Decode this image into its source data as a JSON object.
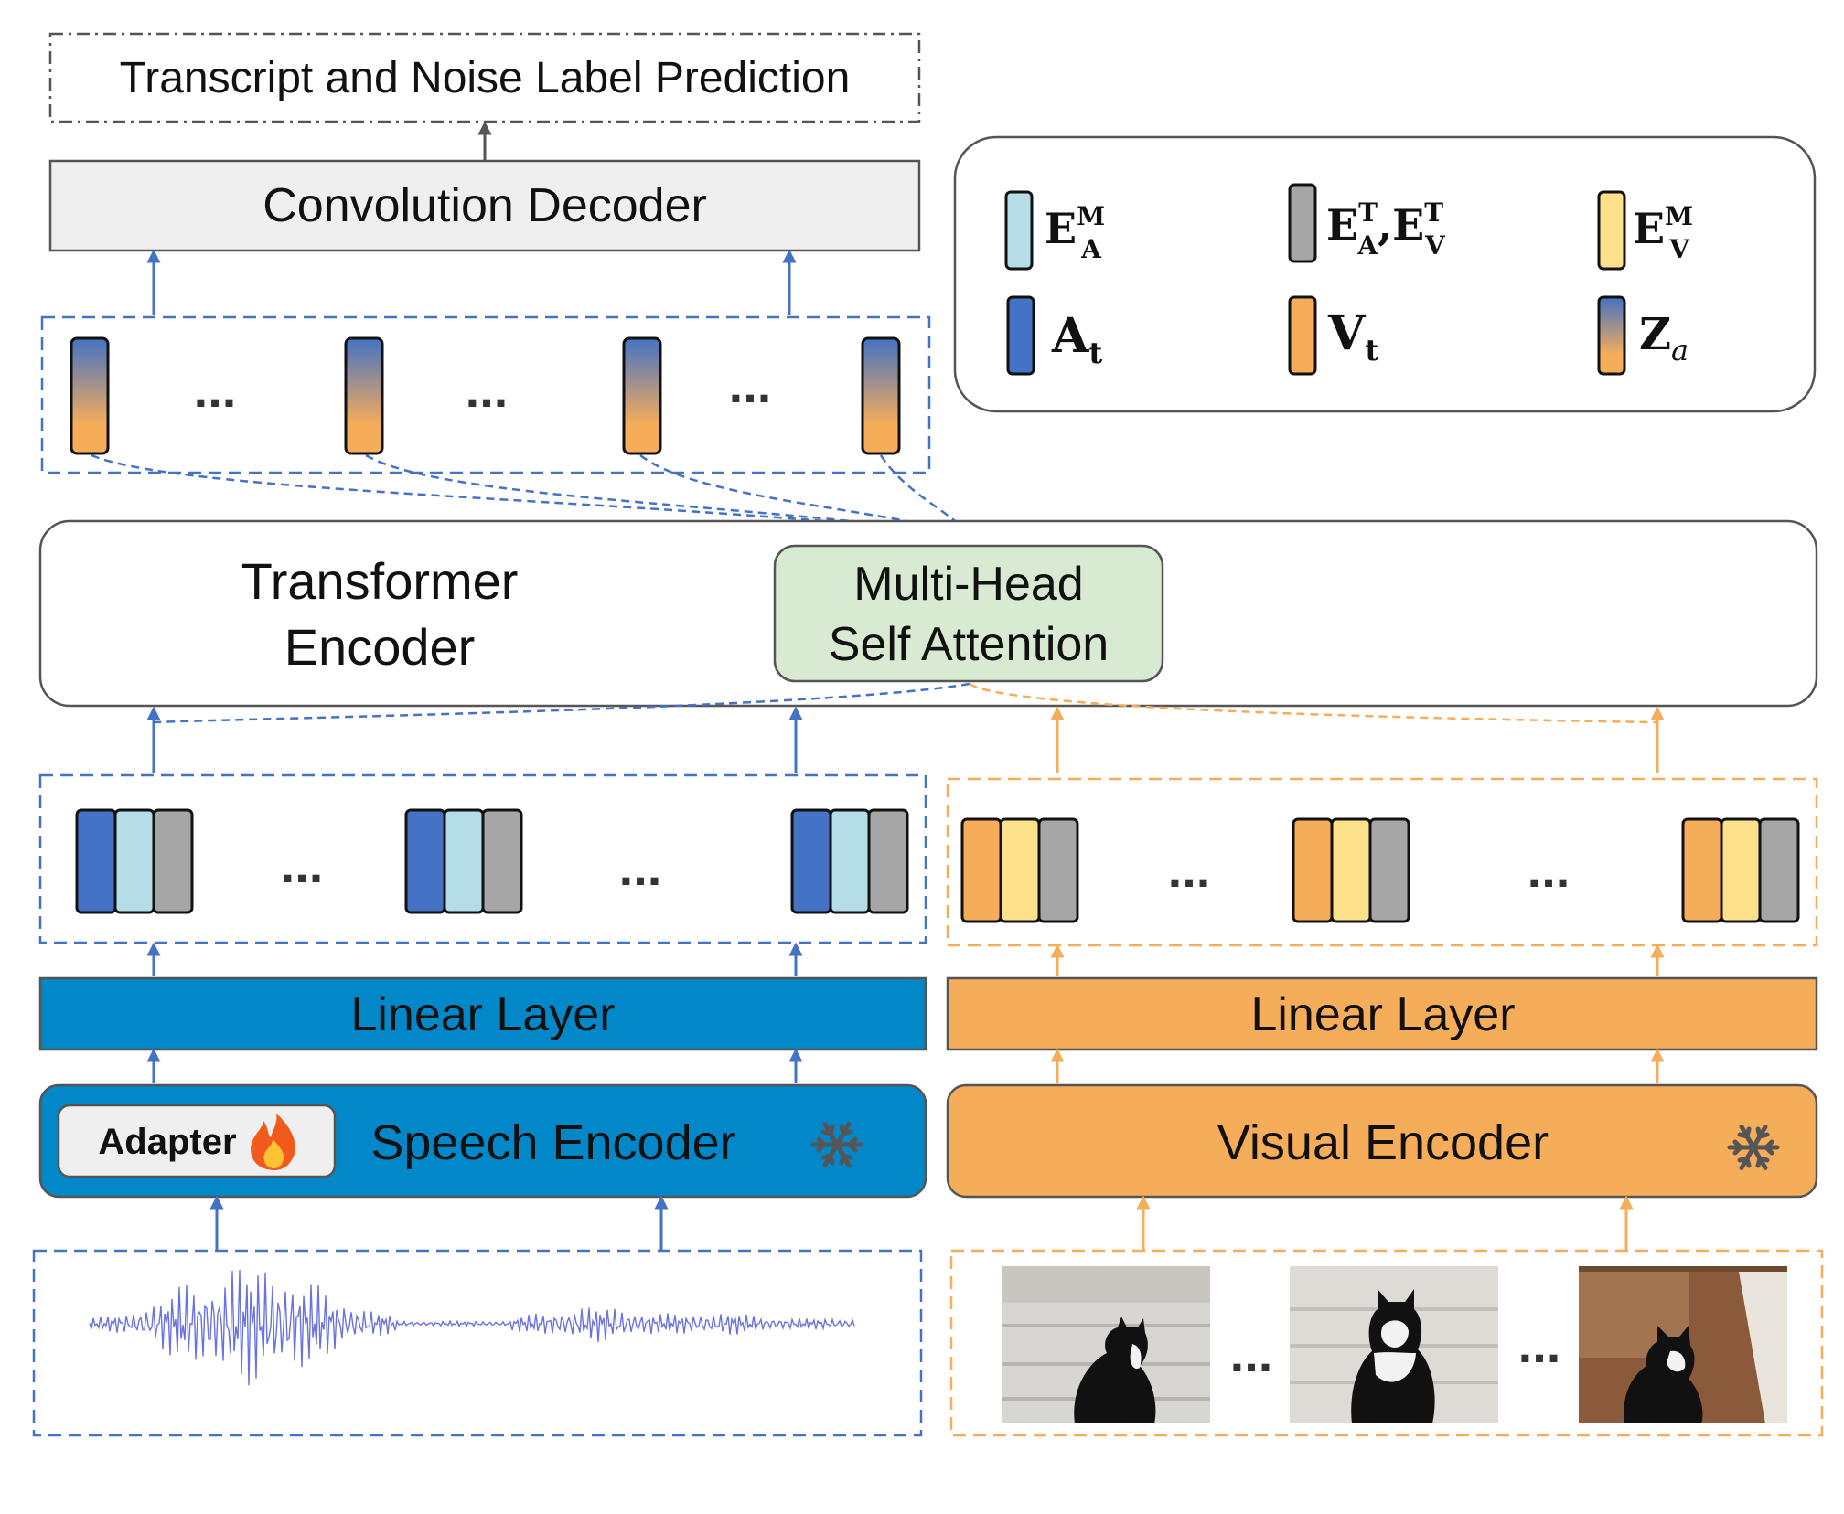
{
  "output_label": "Transcript and Noise Label Prediction",
  "decoder_label": "Convolution Decoder",
  "transformer": {
    "label_line1": "Transformer",
    "label_line2": "Encoder",
    "mhsa_line1": "Multi-Head",
    "mhsa_line2": "Self Attention"
  },
  "audio_branch": {
    "linear_label": "Linear Layer",
    "encoder_label": "Speech Encoder",
    "adapter_label": "Adapter",
    "adapter_icon": "fire-icon",
    "frozen_icon": "snowflake-icon",
    "color": "#0288c8"
  },
  "visual_branch": {
    "linear_label": "Linear Layer",
    "encoder_label": "Visual Encoder",
    "frozen_icon": "snowflake-icon",
    "color": "#f6ad5a"
  },
  "ellipsis": "...",
  "legend": {
    "items": [
      {
        "symbol": "E",
        "sup": "M",
        "sub": "A",
        "color": "#b4dde8"
      },
      {
        "symbol": "E",
        "sup": "T",
        "sub": "A",
        "extra": ",E",
        "sup2": "T",
        "sub2": "V",
        "color": "#a6a6a6"
      },
      {
        "symbol": "E",
        "sup": "M",
        "sub": "V",
        "color": "#fde18a"
      },
      {
        "symbol": "A",
        "sub": "t",
        "color": "#4472c4"
      },
      {
        "symbol": "V",
        "sub": "t",
        "color": "#f6ad5a"
      },
      {
        "symbol": "Z",
        "sub": "a",
        "color": "gradient"
      }
    ]
  },
  "colors": {
    "audio_blue": "#4472c4",
    "light_blue": "#b4dde8",
    "gray": "#a6a6a6",
    "orange": "#f6ad5a",
    "yellow": "#fde18a",
    "mhsa_green": "#d9ead3",
    "decoder_gray": "#efefef"
  }
}
